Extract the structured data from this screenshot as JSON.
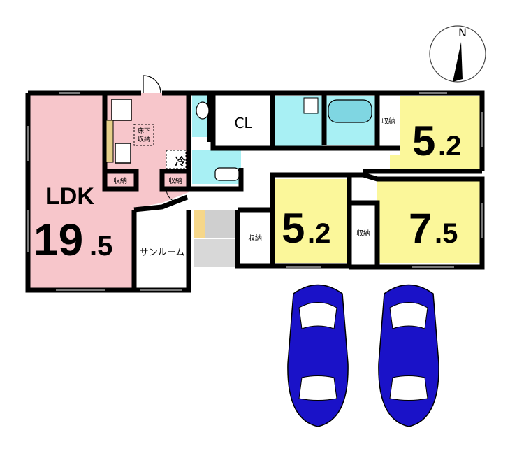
{
  "compass": {
    "north_label": "N"
  },
  "rooms": {
    "ldk_name": "LDK",
    "ldk_size_int": "19",
    "ldk_size_dec": ".5",
    "sunroom": "サンルーム",
    "cl": "CL",
    "bed1_int": "5",
    "bed1_dec": ".2",
    "bed2_int": "5",
    "bed2_dec": ".2",
    "bed3_int": "7",
    "bed3_dec": ".5"
  },
  "labels": {
    "underfloor_storage_line1": "床下",
    "underfloor_storage_line2": "収納",
    "fridge": "冷",
    "storage": "収納"
  },
  "colors": {
    "ldk": "#f7c6cb",
    "wet": "#a8f0f4",
    "bedroom": "#fbf79a",
    "wall": "#000000",
    "car": "#1a12c8",
    "hall_gray": "#cfcfcf"
  }
}
